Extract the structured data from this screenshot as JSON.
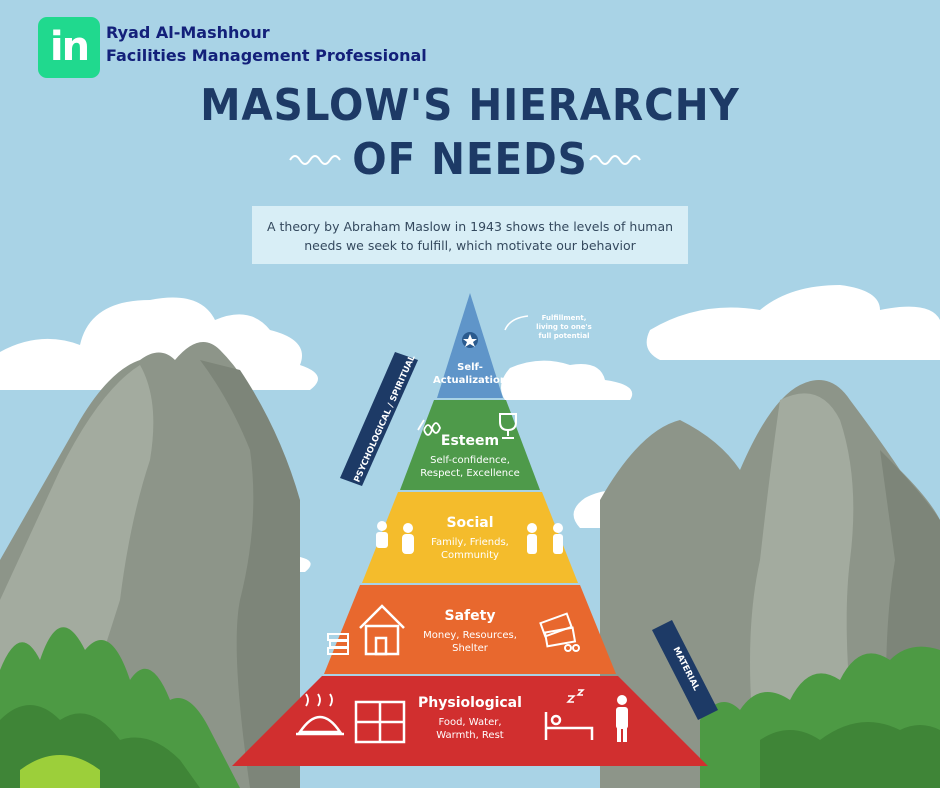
{
  "brand": {
    "logo_text": "in",
    "name": "Ryad Al-Mashhour",
    "title": "Facilities Management Professional"
  },
  "title": {
    "line1": "MASLOW'S HIERARCHY",
    "line2": "OF NEEDS"
  },
  "subtitle": {
    "line1": "A theory by Abraham Maslow in 1943 shows the levels of human",
    "line2": "needs we seek to fulfill, which motivate our behavior"
  },
  "note": {
    "line1": "Fulfillment,",
    "line2": "living to one's",
    "line3": "full potential"
  },
  "ribbons": {
    "left": "PSYCHOLOGICAL / SPIRITUAL",
    "right": "MATERIAL"
  },
  "levels": [
    {
      "name": "Self-",
      "name2": "Actualization",
      "color": "#5f95c9"
    },
    {
      "name": "Esteem",
      "desc1": "Self-confidence,",
      "desc2": "Respect, Excellence",
      "color": "#4e9a4a"
    },
    {
      "name": "Social",
      "desc1": "Family, Friends,",
      "desc2": "Community",
      "color": "#f4bc2c"
    },
    {
      "name": "Safety",
      "desc1": "Money, Resources,",
      "desc2": "Shelter",
      "color": "#e8682e"
    },
    {
      "name": "Physiological",
      "desc1": "Food, Water,",
      "desc2": "Warmth, Rest",
      "color": "#d12f2f"
    }
  ],
  "icons": [
    "star-badge-icon",
    "hundred-icon",
    "trophy-icon",
    "people-group-icon",
    "people-talking-icon",
    "books-icon",
    "house-icon",
    "money-icon",
    "food-cloche-icon",
    "window-icon",
    "sleeping-bed-icon",
    "drinking-person-icon"
  ]
}
